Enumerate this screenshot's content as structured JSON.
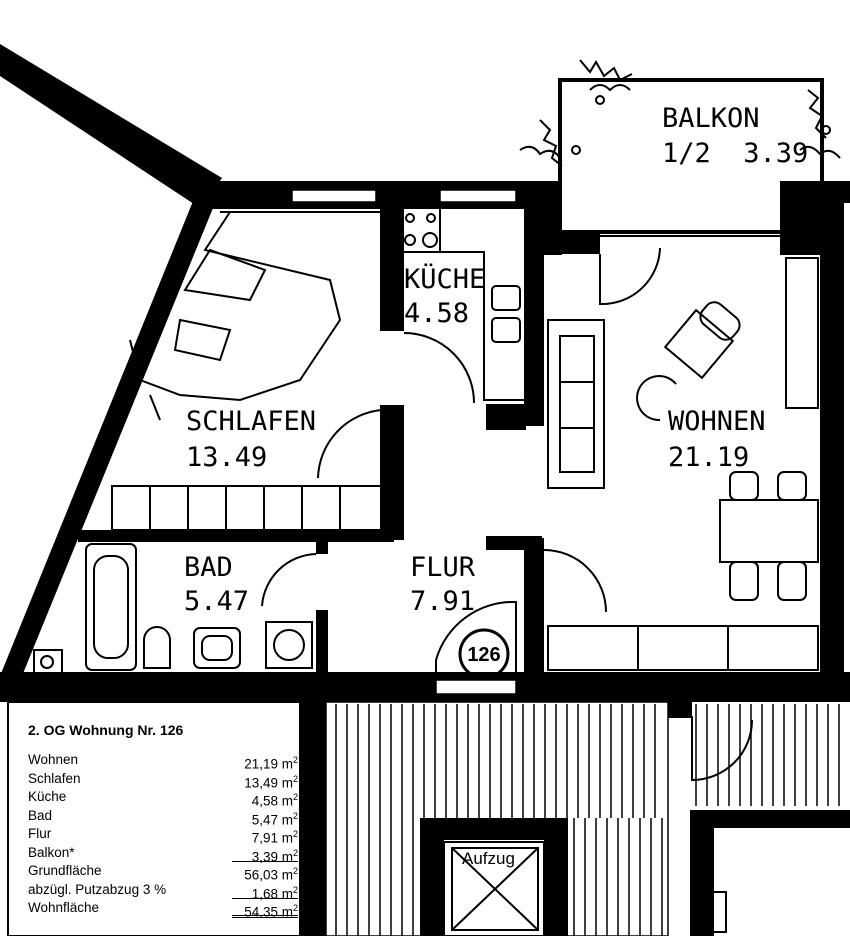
{
  "rooms": {
    "balkon": {
      "name": "BALKON",
      "area": "1/2  3.39"
    },
    "kueche": {
      "name": "KÜCHE",
      "area": "4.58"
    },
    "schlafen": {
      "name": "SCHLAFEN",
      "area": "13.49"
    },
    "wohnen": {
      "name": "WOHNEN",
      "area": "21.19"
    },
    "bad": {
      "name": "BAD",
      "area": "5.47"
    },
    "flur": {
      "name": "FLUR",
      "area": "7.91"
    }
  },
  "unit_badge": "126",
  "elevator_label": "Aufzug",
  "area_table": {
    "heading": "2. OG Wohnung Nr. 126",
    "unit_suffix": "2",
    "rows": [
      {
        "label": "Wohnen",
        "value": "21,19 m"
      },
      {
        "label": "Schlafen",
        "value": "13,49 m"
      },
      {
        "label": "Küche",
        "value": "4,58 m"
      },
      {
        "label": "Bad",
        "value": "5,47 m"
      },
      {
        "label": "Flur",
        "value": "7,91 m"
      },
      {
        "label": "Balkon*",
        "value": "3,39 m"
      },
      {
        "label": "Grundfläche",
        "value": "56,03 m"
      },
      {
        "label": "abzügl. Putzabzug 3 %",
        "value": "1,68 m"
      },
      {
        "label": "Wohnfläche",
        "value": "54,35 m"
      }
    ]
  }
}
